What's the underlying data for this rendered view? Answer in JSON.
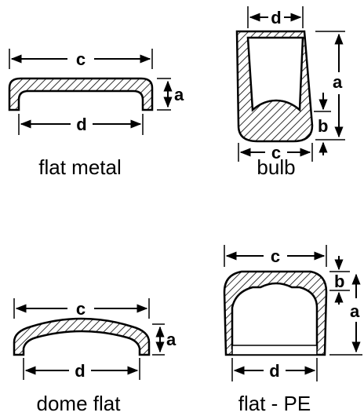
{
  "captions": {
    "flat_metal": "flat metal",
    "bulb": "bulb",
    "dome_flat": "dome flat",
    "flat_pe": "flat - PE"
  },
  "dimension_labels": {
    "c": "c",
    "d": "d",
    "a": "a",
    "b": "b"
  },
  "colors": {
    "ink": "#000000",
    "background": "#ffffff"
  }
}
